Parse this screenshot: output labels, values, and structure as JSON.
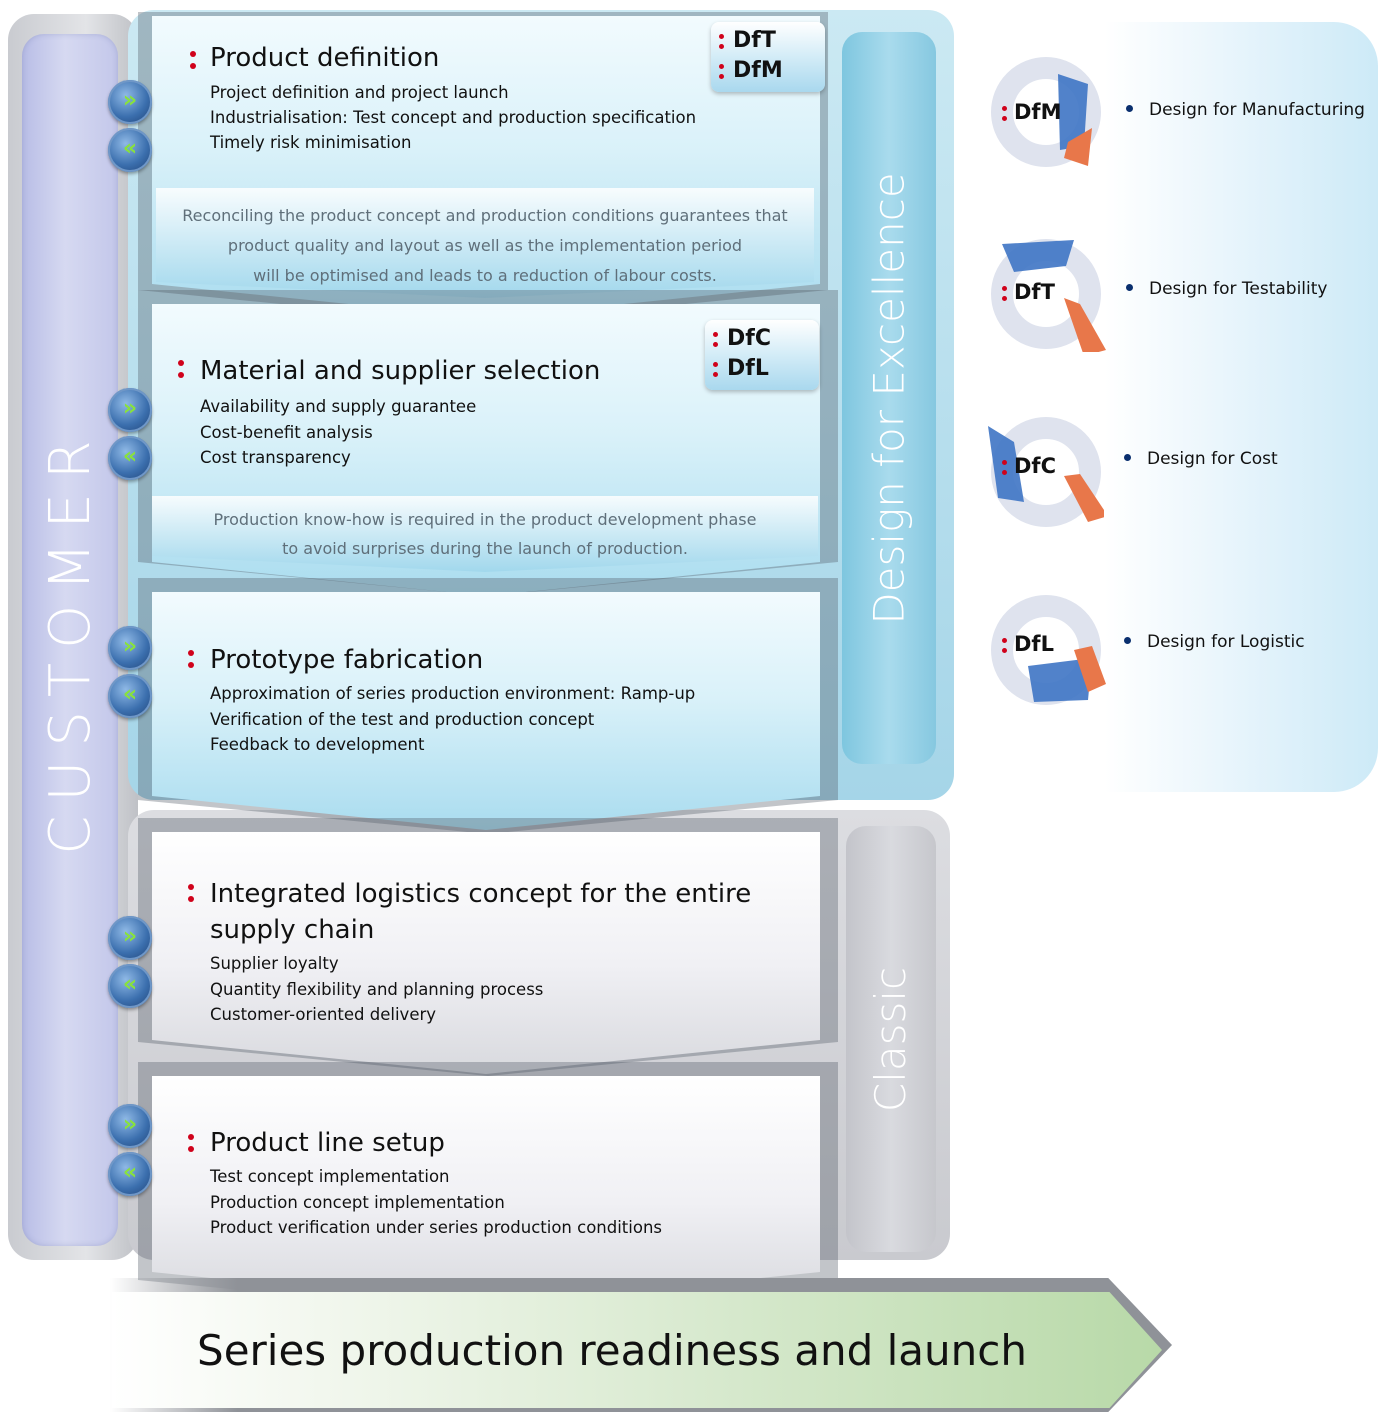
{
  "customer_label": "CUSTOMER",
  "excellence_label": "Design for Excellence",
  "classic_label": "Classic",
  "stages": [
    {
      "title": "Product definition",
      "items": [
        "Project definition and project launch",
        "Industrialisation: Test concept and production specification",
        "Timely risk minimisation"
      ],
      "tags": [
        "DfT",
        "DfM"
      ],
      "note": [
        "Reconciling the product concept and production conditions guarantees that",
        "product quality and layout as well as the implementation period",
        "will be optimised and leads to a reduction of labour costs."
      ]
    },
    {
      "title": "Material and supplier selection",
      "items": [
        "Availability and supply guarantee",
        "Cost-benefit analysis",
        "Cost transparency"
      ],
      "tags": [
        "DfC",
        "DfL"
      ],
      "note": [
        "Production know-how is required in the product development phase",
        "to avoid surprises during the launch of production."
      ]
    },
    {
      "title": "Prototype fabrication",
      "items": [
        "Approximation of series production environment: Ramp-up",
        "Verification of the test and production concept",
        "Feedback to development"
      ]
    },
    {
      "title_lines": [
        "Integrated logistics concept for the entire",
        "supply chain"
      ],
      "items": [
        "Supplier loyalty",
        "Quantity flexibility and planning process",
        "Customer-oriented delivery"
      ]
    },
    {
      "title": "Product line setup",
      "items": [
        "Test concept implementation",
        "Production concept implementation",
        "Product verification under series production conditions"
      ]
    }
  ],
  "buttons": {
    "forward_glyph": "»",
    "back_glyph": "«"
  },
  "legend": [
    {
      "abbr": "DfM",
      "label": "Design for Manufacturing"
    },
    {
      "abbr": "DfT",
      "label": "Design for Testability"
    },
    {
      "abbr": "DfC",
      "label": "Design for Cost"
    },
    {
      "abbr": "DfL",
      "label": "Design for Logistic"
    }
  ],
  "launch_label": "Series production readiness and launch",
  "colors": {
    "bullet_red": "#d0021b",
    "accent_orange": "#e8774a",
    "accent_blue": "#3b6fae",
    "arrow_green": "#88e23c"
  }
}
